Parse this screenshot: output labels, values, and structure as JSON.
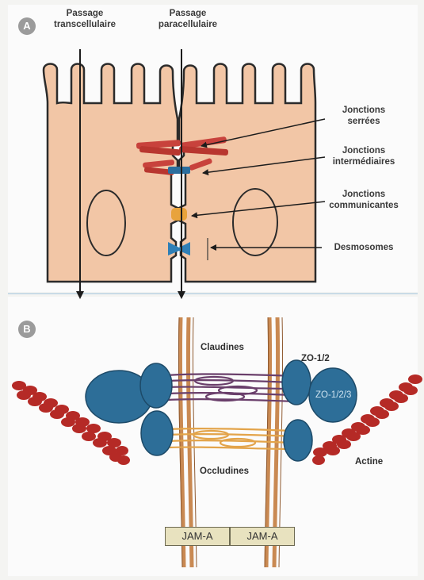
{
  "panel_a": {
    "badge": "A",
    "passage_left": [
      "Passage",
      "transcellulaire"
    ],
    "passage_right": [
      "Passage",
      "paracellulaire"
    ],
    "junctions": [
      {
        "line1": "Jonctions",
        "line2": "serrées"
      },
      {
        "line1": "Jonctions",
        "line2": "intermédiaires"
      },
      {
        "line1": "Jonctions",
        "line2": "communicantes"
      },
      {
        "line1": "Desmosomes",
        "line2": ""
      }
    ]
  },
  "panel_b": {
    "badge": "B",
    "claudines": "Claudines",
    "zo12": "ZO-1/2",
    "zo123": "ZO-1/2/3",
    "actine": "Actine",
    "occludines": "Occludines",
    "jam_left": "JAM-A",
    "jam_right": "JAM-A"
  },
  "colors": {
    "cell_fill": "#f2c6a6",
    "cell_stroke": "#2b2b2b",
    "tight_junction": "#c8423c",
    "intermediate_junction": "#2b6e9e",
    "gap_junction": "#e8a33c",
    "desmosome": "#2f7fb6",
    "membrane": "#c98952",
    "zo_protein": "#2d6e98",
    "actin": "#b52a26",
    "claudin": "#6a3f6b",
    "occludin": "#e3a44a"
  }
}
